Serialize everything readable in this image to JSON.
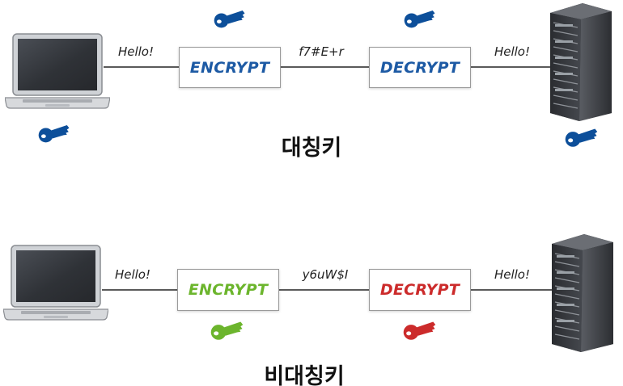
{
  "colors": {
    "symmetric_key": "#0d4f9a",
    "encrypt_symmetric": "#1d5aa4",
    "decrypt_symmetric": "#1d5aa4",
    "public_key": "#6cb52d",
    "private_key": "#cc2b2b",
    "line": "#5a5a5a"
  },
  "symmetric": {
    "title": "대칭키",
    "message_left": "Hello!",
    "ciphertext": "f7#E+r",
    "message_right": "Hello!",
    "encrypt_label": "ENCRYPT",
    "decrypt_label": "DECRYPT"
  },
  "asymmetric": {
    "title": "비대칭키",
    "message_left": "Hello!",
    "ciphertext": "y6uW$I",
    "message_right": "Hello!",
    "encrypt_label": "ENCRYPT",
    "decrypt_label": "DECRYPT"
  }
}
